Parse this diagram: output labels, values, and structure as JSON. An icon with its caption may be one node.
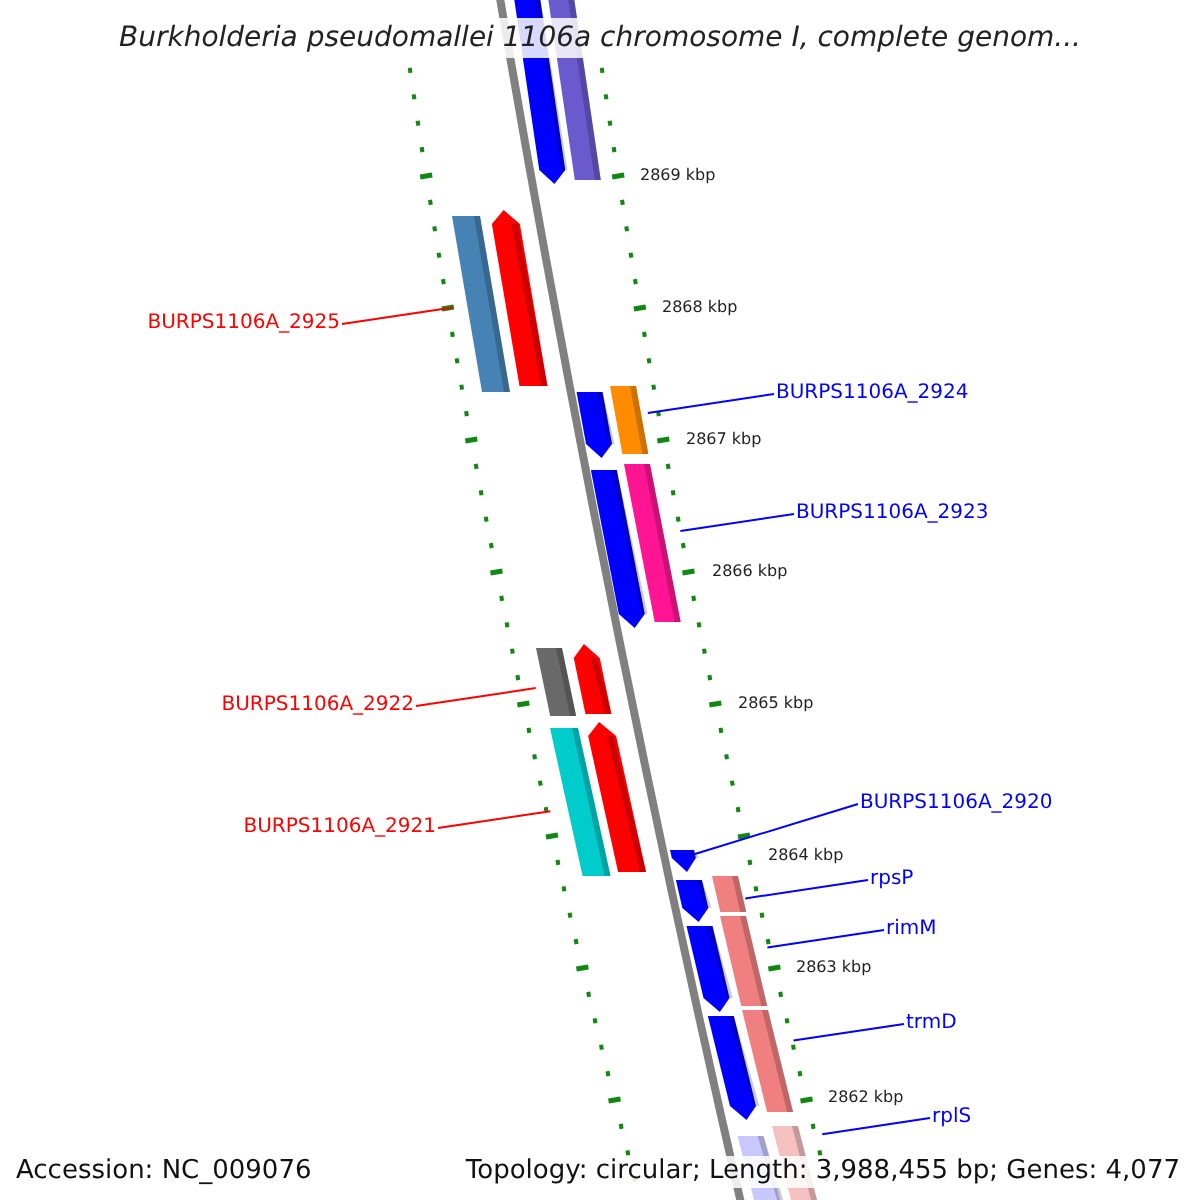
{
  "diagram": {
    "title": "Burkholderia pseudomallei 1106a chromosome I, complete genom...",
    "nodes": [
      {
        "text": [
          "BURPS1106A_2925"
        ]
      },
      {
        "text": [
          "BURPS1106A_2924"
        ]
      },
      {
        "text": [
          "BURPS1106A_2923"
        ]
      },
      {
        "text": [
          "BURPS1106A_2922"
        ]
      },
      {
        "text": [
          "BURPS1106A_2920"
        ]
      },
      {
        "text": [
          "BURPS1106A_2921"
        ]
      },
      {
        "text": [
          "rpsP"
        ]
      },
      {
        "text": [
          "rimM"
        ]
      },
      {
        "text": [
          "trmD"
        ]
      },
      {
        "text": [
          "rplS"
        ]
      },
      {
        "text": [],
        "shape": "bar"
      },
      {
        "text": [],
        "shape": "bar"
      },
      {
        "text": [],
        "shape": "bar"
      },
      {
        "text": [],
        "shape": "bar"
      },
      {
        "text": [],
        "shape": "bar"
      },
      {
        "text": [],
        "shape": "pentagon"
      },
      {
        "text": [],
        "shape": "bar"
      },
      {
        "text": [],
        "shape": "bar"
      },
      {
        "text": [],
        "shape": "bar"
      },
      {
        "text": [],
        "shape": "bar"
      }
    ],
    "edges": [
      {
        "from": 0,
        "to": 10,
        "arrow": "none",
        "color": "#ff0000"
      },
      {
        "from": 1,
        "to": 11,
        "arrow": "none"
      },
      {
        "from": 2,
        "to": 12,
        "arrow": "none"
      },
      {
        "from": 3,
        "to": 13,
        "arrow": "none",
        "color": "#ff0000"
      },
      {
        "from": 4,
        "to": 15,
        "arrow": "none"
      },
      {
        "from": 5,
        "to": 14,
        "arrow": "none",
        "color": "#ff0000"
      },
      {
        "from": 6,
        "to": 16,
        "arrow": "none"
      },
      {
        "from": 7,
        "to": 17,
        "arrow": "none"
      },
      {
        "from": 8,
        "to": 18,
        "arrow": "none"
      },
      {
        "from": 9,
        "to": 19,
        "arrow": "none"
      }
    ],
    "labels": [
      "2869 kbp",
      "2868 kbp",
      "2867 kbp",
      "2866 kbp",
      "2865 kbp",
      "2864 kbp",
      "2863 kbp",
      "2862 kbp",
      "Accession: NC_009076",
      "Topology: circular; Length: 3,988,455 bp; Genes: 4,077"
    ]
  }
}
